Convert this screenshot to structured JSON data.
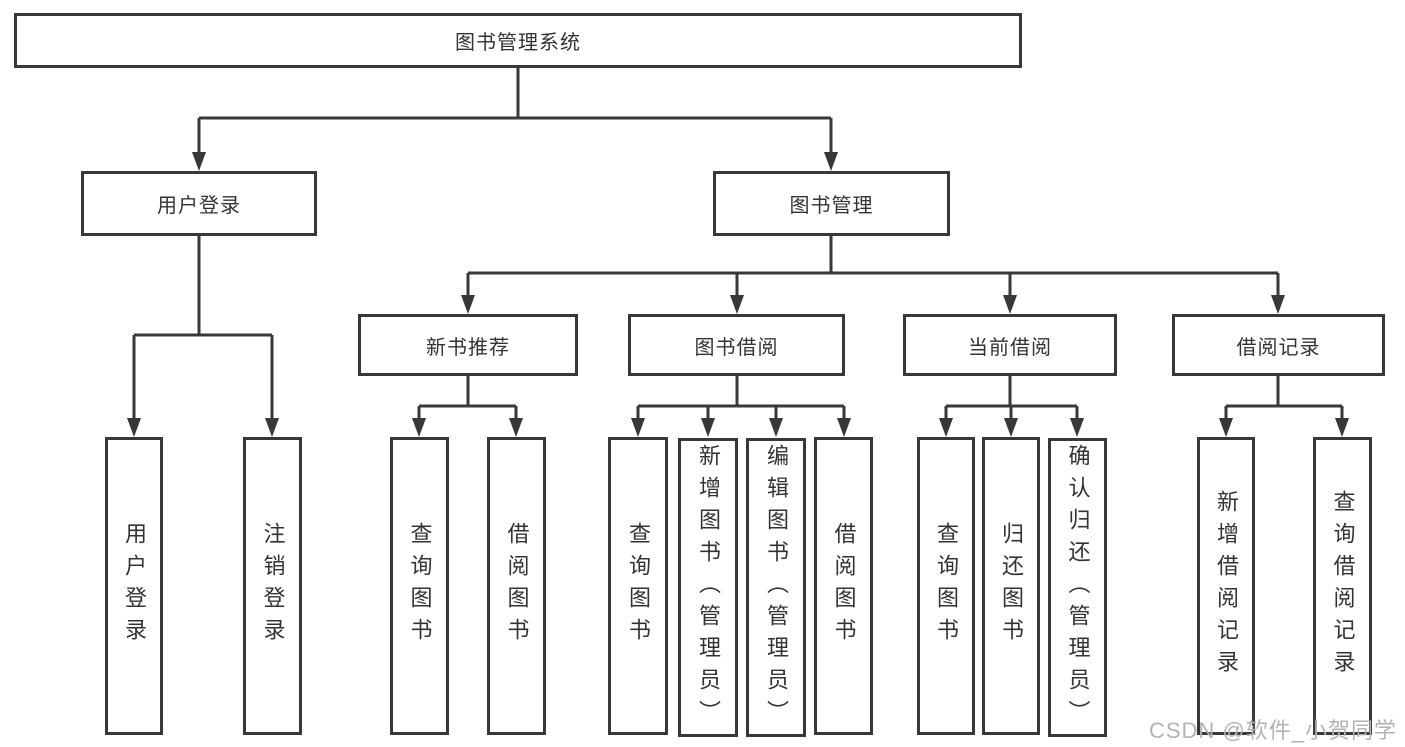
{
  "colors": {
    "line": "#383838",
    "text": "#333333",
    "watermark": "#b3b3b3"
  },
  "watermark": "CSDN @软件_小贺同学",
  "tree": {
    "root": {
      "label": "图书管理系统"
    },
    "level1": [
      {
        "label": "用户登录",
        "leaves": [
          {
            "label": "用户登录"
          },
          {
            "label": "注销登录"
          }
        ]
      },
      {
        "label": "图书管理"
      }
    ],
    "level2": [
      {
        "label": "新书推荐",
        "leaves": [
          {
            "label": "查询图书"
          },
          {
            "label": "借阅图书"
          }
        ]
      },
      {
        "label": "图书借阅",
        "leaves": [
          {
            "label": "查询图书"
          },
          {
            "label": "新增图书（管理员）"
          },
          {
            "label": "编辑图书（管理员）"
          },
          {
            "label": "借阅图书"
          }
        ]
      },
      {
        "label": "当前借阅",
        "leaves": [
          {
            "label": "查询图书"
          },
          {
            "label": "归还图书"
          },
          {
            "label": "确认归还（管理员）"
          }
        ]
      },
      {
        "label": "借阅记录",
        "leaves": [
          {
            "label": "新增借阅记录"
          },
          {
            "label": "查询借阅记录"
          }
        ]
      }
    ]
  }
}
